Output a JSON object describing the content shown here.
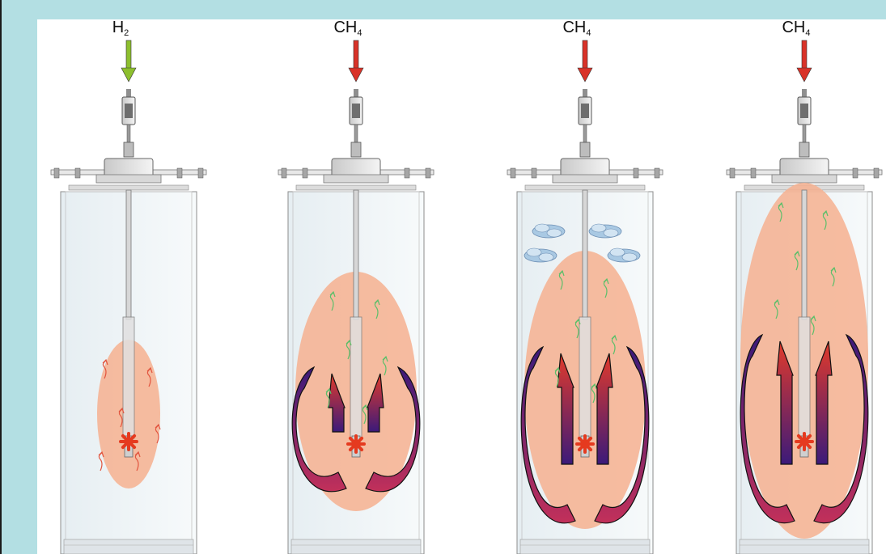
{
  "stages": [
    {
      "gas": "H",
      "subscript": "2",
      "arrow_color": "#8dbf2e",
      "cloud_level": 0.2,
      "clouds": false
    },
    {
      "gas": "CH",
      "subscript": "4",
      "arrow_color": "#d93228",
      "cloud_level": 0.55,
      "clouds": false
    },
    {
      "gas": "CH",
      "subscript": "4",
      "arrow_color": "#d93228",
      "cloud_level": 0.7,
      "clouds": true
    },
    {
      "gas": "CH",
      "subscript": "4",
      "arrow_color": "#d93228",
      "cloud_level": 1.0,
      "clouds": false
    }
  ],
  "colors": {
    "background": "#b3dfe3",
    "plasma": "#f6b08f",
    "spark": "#e53a1f",
    "vortex_outer": "#3b1a7a",
    "vortex_inner": "#e23a2a",
    "flow_lines": "#5cbf6a",
    "soot": "#a9c9e3"
  }
}
